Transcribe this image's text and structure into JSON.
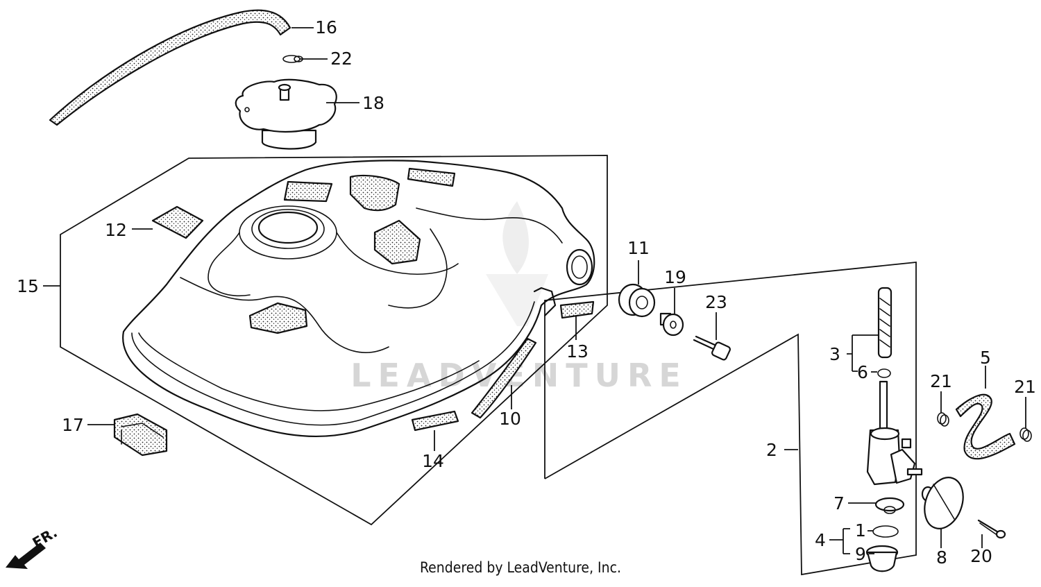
{
  "diagram": {
    "watermark": "LEADVENTURE",
    "front_arrow_label": "FR.",
    "footer_credit": "Rendered by LeadVenture, Inc.",
    "part_labels": {
      "p1": "1",
      "p2": "2",
      "p3": "3",
      "p4": "4",
      "p5": "5",
      "p6": "6",
      "p7": "7",
      "p8": "8",
      "p9": "9",
      "p10": "10",
      "p11": "11",
      "p12": "12",
      "p13": "13",
      "p14": "14",
      "p15": "15",
      "p16": "16",
      "p17": "17",
      "p18": "18",
      "p19": "19",
      "p20": "20",
      "p21a": "21",
      "p21b": "21",
      "p22": "22",
      "p23": "23"
    }
  }
}
